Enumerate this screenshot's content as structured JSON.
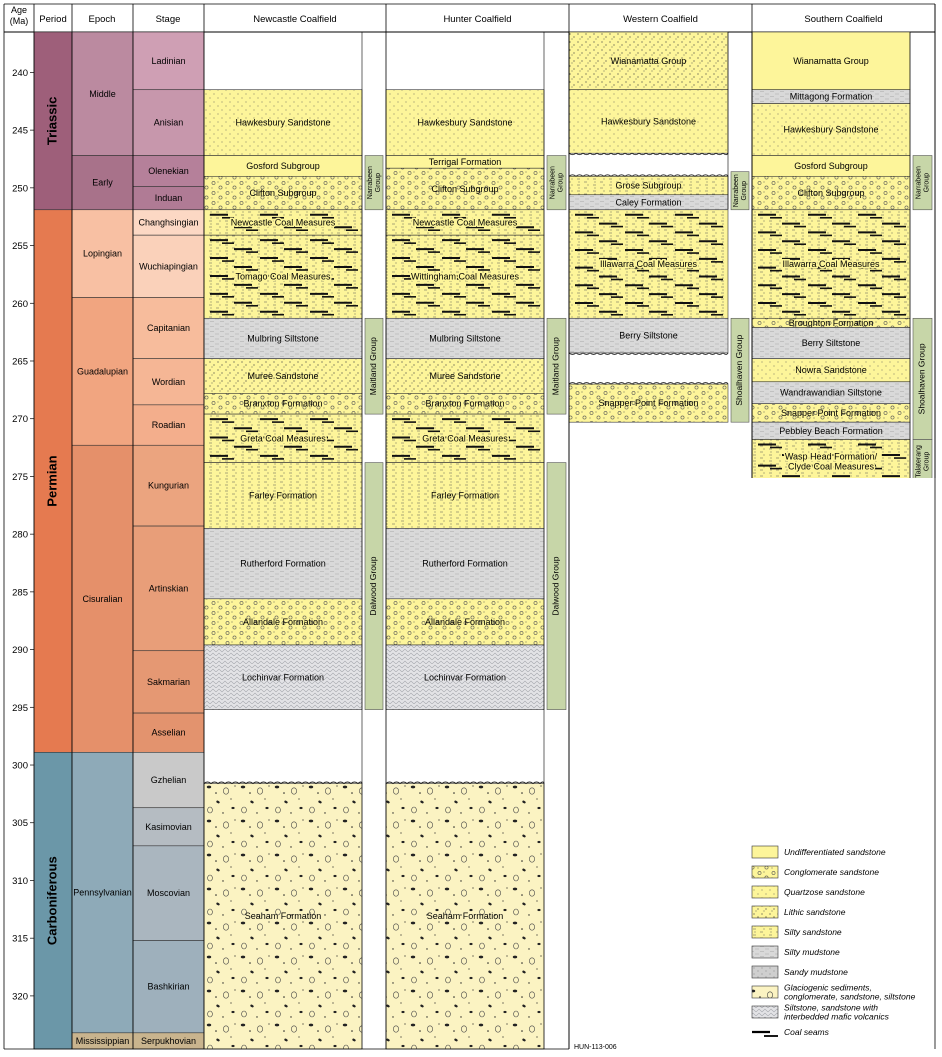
{
  "chart_data": {
    "type": "table",
    "title": "",
    "y_axis": {
      "label_line1": "Age",
      "label_line2": "(Ma)",
      "range": [
        236.5,
        324.6
      ],
      "ticks": [
        240,
        245,
        250,
        255,
        260,
        265,
        270,
        275,
        280,
        285,
        290,
        295,
        300,
        305,
        310,
        315,
        320
      ]
    },
    "headers": {
      "period": "Period",
      "epoch": "Epoch",
      "stage": "Stage",
      "basins": [
        "Newcastle Coalfield",
        "Hunter Coalfield",
        "Western Coalfield",
        "Southern Coalfield"
      ]
    },
    "periods": [
      {
        "name": "Triassic",
        "top": 236.5,
        "base": 251.9,
        "color": "#9e5f7a"
      },
      {
        "name": "Permian",
        "top": 251.9,
        "base": 298.9,
        "color": "#e57a50"
      },
      {
        "name": "Carboniferous",
        "top": 298.9,
        "base": 324.6,
        "color": "#6b97a8"
      }
    ],
    "epochs": [
      {
        "name": "Middle",
        "top": 236.5,
        "base": 247.2,
        "color": "#bb8aa0"
      },
      {
        "name": "Early",
        "top": 247.2,
        "base": 251.9,
        "color": "#a8728a"
      },
      {
        "name": "Lopingian",
        "top": 251.9,
        "base": 259.5,
        "color": "#f8c0a3"
      },
      {
        "name": "Guadalupian",
        "top": 259.5,
        "base": 272.3,
        "color": "#f1a580"
      },
      {
        "name": "Cisuralian",
        "top": 272.3,
        "base": 298.9,
        "color": "#e5906a"
      },
      {
        "name": "Pennsylvanian",
        "top": 298.9,
        "base": 323.2,
        "color": "#8eaab8"
      },
      {
        "name": "Mississippian",
        "top": 323.2,
        "base": 324.6,
        "color": "#c9b48e"
      }
    ],
    "stages": [
      {
        "name": "Ladinian",
        "top": 236.5,
        "base": 241.5,
        "color": "#cf9fb4"
      },
      {
        "name": "Anisian",
        "top": 241.5,
        "base": 247.2,
        "color": "#c797ac"
      },
      {
        "name": "Olenekian",
        "top": 247.2,
        "base": 249.9,
        "color": "#b5809a"
      },
      {
        "name": "Induan",
        "top": 249.9,
        "base": 251.9,
        "color": "#b07b95"
      },
      {
        "name": "Changhsingian",
        "top": 251.9,
        "base": 254.1,
        "color": "#fcd8c4"
      },
      {
        "name": "Wuchiapingian",
        "top": 254.1,
        "base": 259.5,
        "color": "#fad1ba"
      },
      {
        "name": "Capitanian",
        "top": 259.5,
        "base": 264.8,
        "color": "#f7bc9c"
      },
      {
        "name": "Wordian",
        "top": 264.8,
        "base": 268.8,
        "color": "#f5b695"
      },
      {
        "name": "Roadian",
        "top": 268.8,
        "base": 272.3,
        "color": "#f3ae8c"
      },
      {
        "name": "Kungurian",
        "top": 272.3,
        "base": 279.3,
        "color": "#eba47f"
      },
      {
        "name": "Artinskian",
        "top": 279.3,
        "base": 290.1,
        "color": "#e89e79"
      },
      {
        "name": "Sakmarian",
        "top": 290.1,
        "base": 295.5,
        "color": "#e59873"
      },
      {
        "name": "Asselian",
        "top": 295.5,
        "base": 298.9,
        "color": "#e3936e"
      },
      {
        "name": "Gzhelian",
        "top": 298.9,
        "base": 303.7,
        "color": "#c9c9c9"
      },
      {
        "name": "Kasimovian",
        "top": 303.7,
        "base": 307.0,
        "color": "#b5bcc2"
      },
      {
        "name": "Moscovian",
        "top": 307.0,
        "base": 315.2,
        "color": "#aab6bf"
      },
      {
        "name": "Bashkirian",
        "top": 315.2,
        "base": 323.2,
        "color": "#9eb0bc"
      },
      {
        "name": "Serpukhovian",
        "top": 323.2,
        "base": 324.6,
        "color": "#c9b48e"
      }
    ],
    "basins": [
      {
        "name": "Newcastle Coalfield",
        "units": [
          {
            "name": "Hawkesbury Sandstone",
            "top": 241.5,
            "base": 247.2,
            "pattern": "quartzose"
          },
          {
            "name": "Gosford Subgroup",
            "top": 247.2,
            "base": 249.0,
            "pattern": "undiff"
          },
          {
            "name": "Clifton Subgroup",
            "top": 249.0,
            "base": 251.9,
            "pattern": "conglomerate"
          },
          {
            "name": "Newcastle Coal Measures",
            "top": 251.9,
            "base": 254.1,
            "pattern": "silty",
            "coal": true
          },
          {
            "name": "Tomago Coal Measures",
            "top": 254.1,
            "base": 261.3,
            "pattern": "silty",
            "coal": true
          },
          {
            "name": "Mulbring Siltstone",
            "top": 261.3,
            "base": 264.8,
            "pattern": "siltymud"
          },
          {
            "name": "Muree Sandstone",
            "top": 264.8,
            "base": 267.8,
            "pattern": "lithic"
          },
          {
            "name": "Branxton Formation",
            "top": 267.8,
            "base": 269.6,
            "pattern": "conglomerate"
          },
          {
            "name": "Greta Coal Measures",
            "top": 269.6,
            "base": 273.8,
            "pattern": "silty",
            "coal": true
          },
          {
            "name": "Farley Formation",
            "top": 273.8,
            "base": 279.5,
            "pattern": "silty"
          },
          {
            "name": "Rutherford Formation",
            "top": 279.5,
            "base": 285.6,
            "pattern": "siltymud"
          },
          {
            "name": "Allandale Formation",
            "top": 285.6,
            "base": 289.6,
            "pattern": "conglomerate"
          },
          {
            "name": "Lochinvar Formation",
            "top": 289.6,
            "base": 295.2,
            "pattern": "volcanic"
          },
          {
            "name": "Seaham Formation",
            "top": 301.6,
            "base": 324.6,
            "pattern": "glacial",
            "wavy_top": true
          }
        ],
        "groups": [
          {
            "name": "Narrabeen Group",
            "top": 247.2,
            "base": 251.9
          },
          {
            "name": "Maitland Group",
            "top": 261.3,
            "base": 269.6
          },
          {
            "name": "Dalwood Group",
            "top": 273.8,
            "base": 295.2
          }
        ]
      },
      {
        "name": "Hunter Coalfield",
        "units": [
          {
            "name": "Hawkesbury Sandstone",
            "top": 241.5,
            "base": 247.2,
            "pattern": "quartzose"
          },
          {
            "name": "Terrigal Formation",
            "top": 247.2,
            "base": 248.3,
            "pattern": "undiff"
          },
          {
            "name": "Clifton Subgroup",
            "top": 248.3,
            "base": 251.9,
            "pattern": "conglomerate"
          },
          {
            "name": "Newcastle Coal Measures",
            "top": 251.9,
            "base": 254.1,
            "pattern": "silty",
            "coal": true
          },
          {
            "name": "Wittingham Coal Measures",
            "top": 254.1,
            "base": 261.3,
            "pattern": "silty",
            "coal": true
          },
          {
            "name": "Mulbring Siltstone",
            "top": 261.3,
            "base": 264.8,
            "pattern": "siltymud"
          },
          {
            "name": "Muree Sandstone",
            "top": 264.8,
            "base": 267.8,
            "pattern": "lithic"
          },
          {
            "name": "Branxton Formation",
            "top": 267.8,
            "base": 269.6,
            "pattern": "conglomerate"
          },
          {
            "name": "Greta Coal Measures",
            "top": 269.6,
            "base": 273.8,
            "pattern": "silty",
            "coal": true
          },
          {
            "name": "Farley Formation",
            "top": 273.8,
            "base": 279.5,
            "pattern": "silty"
          },
          {
            "name": "Rutherford Formation",
            "top": 279.5,
            "base": 285.6,
            "pattern": "siltymud"
          },
          {
            "name": "Allandale Formation",
            "top": 285.6,
            "base": 289.6,
            "pattern": "conglomerate"
          },
          {
            "name": "Lochinvar Formation",
            "top": 289.6,
            "base": 295.2,
            "pattern": "volcanic"
          },
          {
            "name": "Seaham Formation",
            "top": 301.6,
            "base": 324.6,
            "pattern": "glacial",
            "wavy_top": true
          }
        ],
        "groups": [
          {
            "name": "Narrabeen Group",
            "top": 247.2,
            "base": 251.9
          },
          {
            "name": "Maitland Group",
            "top": 261.3,
            "base": 269.6
          },
          {
            "name": "Dalwood Group",
            "top": 273.8,
            "base": 295.2
          }
        ]
      },
      {
        "name": "Western Coalfield",
        "units": [
          {
            "name": "Wianamatta Group",
            "top": 236.5,
            "base": 241.5,
            "pattern": "lithic"
          },
          {
            "name": "Hawkesbury Sandstone",
            "top": 241.5,
            "base": 247.0,
            "pattern": "quartzose",
            "wavy_base": true
          },
          {
            "name": "Grose Subgroup",
            "top": 249.0,
            "base": 250.6,
            "pattern": "silty",
            "wavy_top": true
          },
          {
            "name": "Caley Formation",
            "top": 250.6,
            "base": 251.9,
            "pattern": "siltymud"
          },
          {
            "name": "Illawarra Coal Measures",
            "top": 251.9,
            "base": 261.3,
            "pattern": "silty",
            "coal": true
          },
          {
            "name": "Berry Siltstone",
            "top": 261.3,
            "base": 264.3,
            "pattern": "siltymud",
            "wavy_base": true
          },
          {
            "name": "Snapper Point Formation",
            "top": 267.0,
            "base": 270.3,
            "pattern": "conglomerate",
            "wavy_top": true
          }
        ],
        "groups": [
          {
            "name": "Narrabeen Group",
            "top": 248.6,
            "base": 251.9
          },
          {
            "name": "Shoalhaven Group",
            "top": 261.3,
            "base": 270.3
          }
        ]
      },
      {
        "name": "Southern Coalfield",
        "units": [
          {
            "name": "Wianamatta Group",
            "top": 236.5,
            "base": 241.5,
            "pattern": "undiff"
          },
          {
            "name": "Mittagong Formation",
            "top": 241.5,
            "base": 242.7,
            "pattern": "siltymud"
          },
          {
            "name": "Hawkesbury Sandstone",
            "top": 242.7,
            "base": 247.2,
            "pattern": "quartzose"
          },
          {
            "name": "Gosford Subgroup",
            "top": 247.2,
            "base": 249.0,
            "pattern": "undiff"
          },
          {
            "name": "Clifton Subgroup",
            "top": 249.0,
            "base": 251.9,
            "pattern": "conglomerate"
          },
          {
            "name": "Illawarra Coal Measures",
            "top": 251.9,
            "base": 261.3,
            "pattern": "silty",
            "coal": true
          },
          {
            "name": "Broughton Formation",
            "top": 261.3,
            "base": 262.1,
            "pattern": "conglomerate"
          },
          {
            "name": "Berry Siltstone",
            "top": 262.1,
            "base": 264.8,
            "pattern": "siltymud"
          },
          {
            "name": "Nowra Sandstone",
            "top": 264.8,
            "base": 266.8,
            "pattern": "quartzose"
          },
          {
            "name": "Wandrawandian Siltstone",
            "top": 266.8,
            "base": 268.7,
            "pattern": "siltymud"
          },
          {
            "name": "Snapper Point Formation",
            "top": 268.7,
            "base": 270.3,
            "pattern": "conglomerate"
          },
          {
            "name": "Pebbley Beach Formation",
            "top": 270.3,
            "base": 271.8,
            "pattern": "siltymud"
          },
          {
            "name": "Wasp Head Formation/\nClyde Coal Measures",
            "top": 271.8,
            "base": 275.6,
            "pattern": "silty",
            "coal": true
          }
        ],
        "groups": [
          {
            "name": "Narrabeen Group",
            "top": 247.2,
            "base": 251.9
          },
          {
            "name": "Shoalhaven Group",
            "top": 261.3,
            "base": 271.8
          },
          {
            "name": "Talaterang Group",
            "top": 271.8,
            "base": 275.6
          }
        ]
      }
    ],
    "legend": [
      {
        "label": "Undifferentiated sandstone",
        "pattern": "undiff"
      },
      {
        "label": "Conglomerate sandstone",
        "pattern": "conglomerate"
      },
      {
        "label": "Quartzose sandstone",
        "pattern": "quartzose"
      },
      {
        "label": "Lithic sandstone",
        "pattern": "lithic"
      },
      {
        "label": "Silty sandstone",
        "pattern": "silty"
      },
      {
        "label": "Silty mudstone",
        "pattern": "siltymud"
      },
      {
        "label": "Sandy mudstone",
        "pattern": "sandymud"
      },
      {
        "label": "Glaciogenic sediments, conglomerate, sandstone, siltstone",
        "pattern": "glacial"
      },
      {
        "label": "Siltstone, sandstone with interbedded mafic volcanics",
        "pattern": "volcanic"
      },
      {
        "label": "Coal seams",
        "pattern": "coal"
      }
    ],
    "footer_code": "HUN-113-006",
    "colors": {
      "yellow": "#fdf59a",
      "cream": "#fbf3c2",
      "grey": "#d4d4d4",
      "group_box": "#c7d6a8",
      "coal": "#111111"
    }
  }
}
